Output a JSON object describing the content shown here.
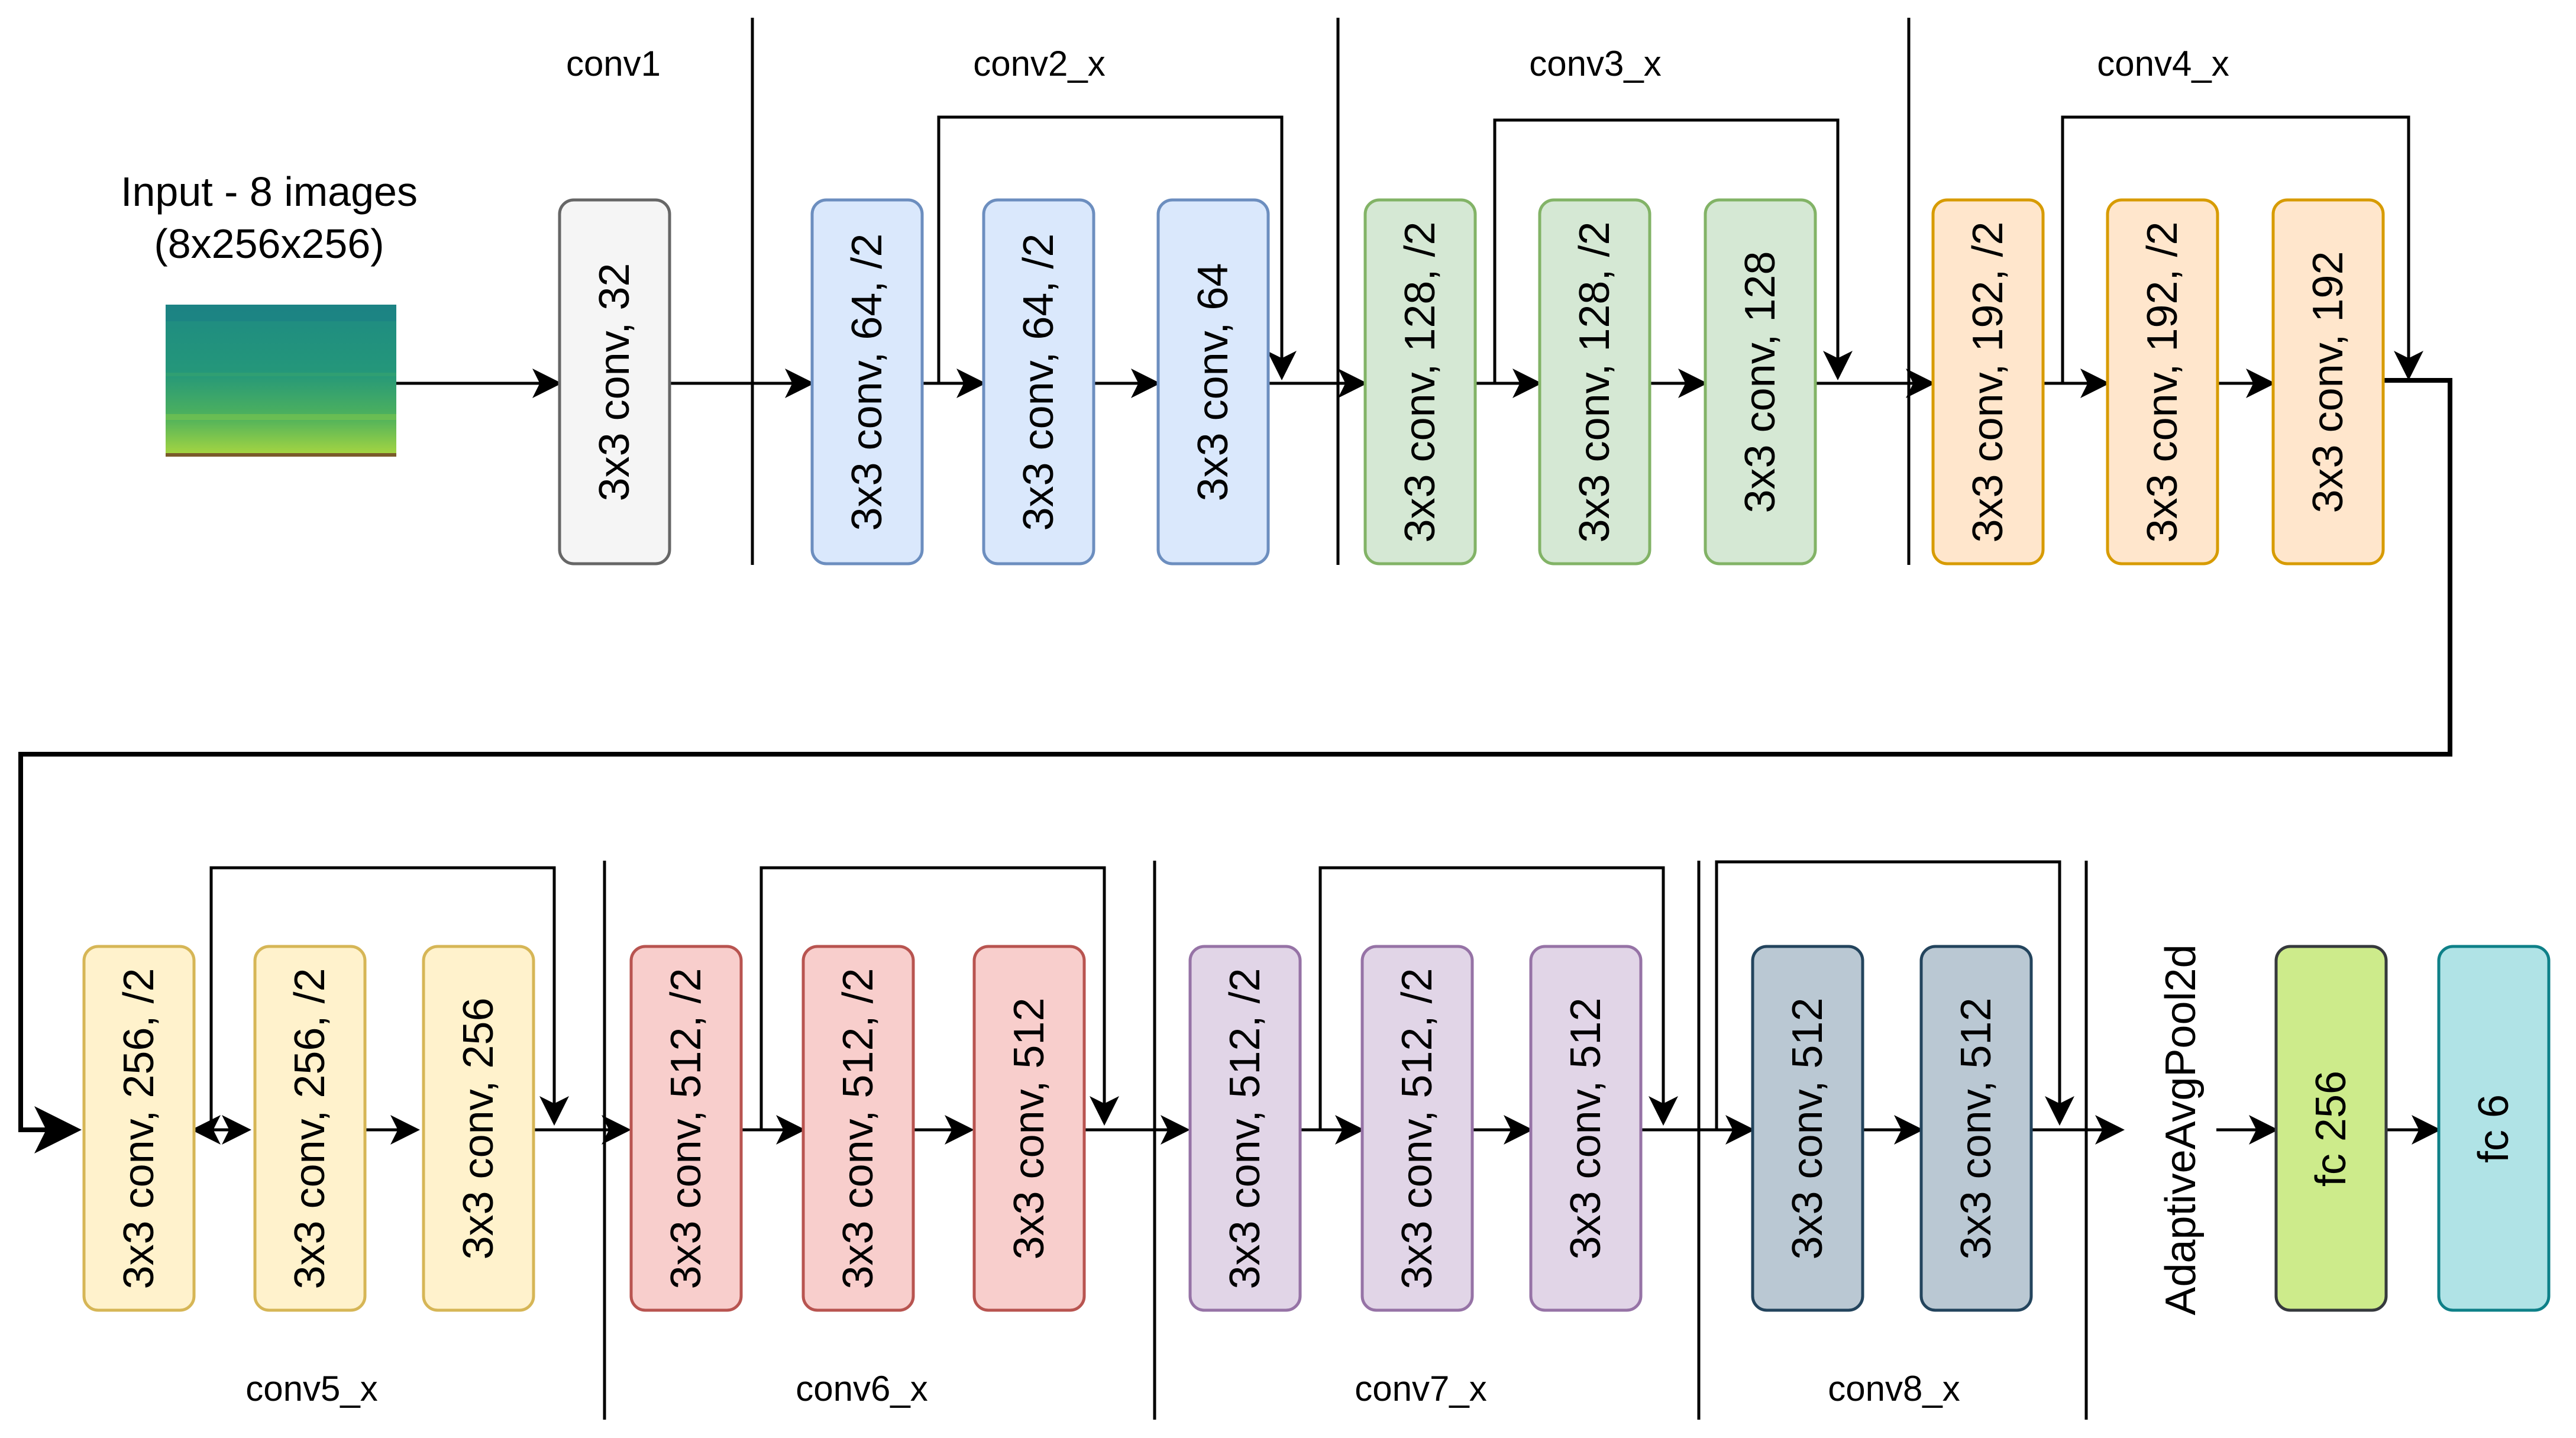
{
  "input": {
    "title_line1": "Input - 8 images",
    "title_line2": "(8x256x256)"
  },
  "stages": [
    {
      "id": "conv1",
      "label": "conv1"
    },
    {
      "id": "conv2",
      "label": "conv2_x"
    },
    {
      "id": "conv3",
      "label": "conv3_x"
    },
    {
      "id": "conv4",
      "label": "conv4_x"
    },
    {
      "id": "conv5",
      "label": "conv5_x"
    },
    {
      "id": "conv6",
      "label": "conv6_x"
    },
    {
      "id": "conv7",
      "label": "conv7_x"
    },
    {
      "id": "conv8",
      "label": "conv8_x"
    }
  ],
  "blocks": [
    {
      "id": "b1",
      "label": "3x3 conv, 32",
      "fill": "#f5f5f5",
      "stroke": "#666666"
    },
    {
      "id": "b2",
      "label": "3x3 conv, 64, /2",
      "fill": "#dae8fc",
      "stroke": "#6c8ebf"
    },
    {
      "id": "b3",
      "label": "3x3 conv, 64, /2",
      "fill": "#dae8fc",
      "stroke": "#6c8ebf"
    },
    {
      "id": "b4",
      "label": "3x3 conv, 64",
      "fill": "#dae8fc",
      "stroke": "#6c8ebf"
    },
    {
      "id": "b5",
      "label": "3x3 conv, 128, /2",
      "fill": "#d5e8d4",
      "stroke": "#82b366"
    },
    {
      "id": "b6",
      "label": "3x3 conv, 128, /2",
      "fill": "#d5e8d4",
      "stroke": "#82b366"
    },
    {
      "id": "b7",
      "label": "3x3 conv, 128",
      "fill": "#d5e8d4",
      "stroke": "#82b366"
    },
    {
      "id": "b8",
      "label": "3x3 conv, 192, /2",
      "fill": "#ffe6cc",
      "stroke": "#d79b00"
    },
    {
      "id": "b9",
      "label": "3x3 conv, 192, /2",
      "fill": "#ffe6cc",
      "stroke": "#d79b00"
    },
    {
      "id": "b10",
      "label": "3x3 conv, 192",
      "fill": "#ffe6cc",
      "stroke": "#d79b00"
    },
    {
      "id": "b11",
      "label": "3x3 conv, 256, /2",
      "fill": "#fff2cc",
      "stroke": "#d6b656"
    },
    {
      "id": "b12",
      "label": "3x3 conv, 256, /2",
      "fill": "#fff2cc",
      "stroke": "#d6b656"
    },
    {
      "id": "b13",
      "label": "3x3 conv, 256",
      "fill": "#fff2cc",
      "stroke": "#d6b656"
    },
    {
      "id": "b14",
      "label": "3x3 conv, 512, /2",
      "fill": "#f8cecc",
      "stroke": "#b85450"
    },
    {
      "id": "b15",
      "label": "3x3 conv, 512, /2",
      "fill": "#f8cecc",
      "stroke": "#b85450"
    },
    {
      "id": "b16",
      "label": "3x3 conv, 512",
      "fill": "#f8cecc",
      "stroke": "#b85450"
    },
    {
      "id": "b17",
      "label": "3x3 conv, 512, /2",
      "fill": "#e1d5e7",
      "stroke": "#9673a6"
    },
    {
      "id": "b18",
      "label": "3x3 conv, 512, /2",
      "fill": "#e1d5e7",
      "stroke": "#9673a6"
    },
    {
      "id": "b19",
      "label": "3x3 conv, 512",
      "fill": "#e1d5e7",
      "stroke": "#9673a6"
    },
    {
      "id": "b20",
      "label": "3x3 conv, 512",
      "fill": "#bac8d3",
      "stroke": "#23445d"
    },
    {
      "id": "b21",
      "label": "3x3 conv, 512",
      "fill": "#bac8d3",
      "stroke": "#23445d"
    },
    {
      "id": "b22",
      "label": "fc 256",
      "fill": "#cdeb8b",
      "stroke": "#36393d"
    },
    {
      "id": "b23",
      "label": "fc 6",
      "fill": "#b0e3e6",
      "stroke": "#0e8088"
    }
  ],
  "pool_label": "AdaptiveAvgPool2d",
  "colors": {
    "line": "#000000",
    "spectrogram_top": "#1e8a82",
    "spectrogram_mid": "#2ea36e",
    "spectrogram_bottom": "#a8d640"
  }
}
